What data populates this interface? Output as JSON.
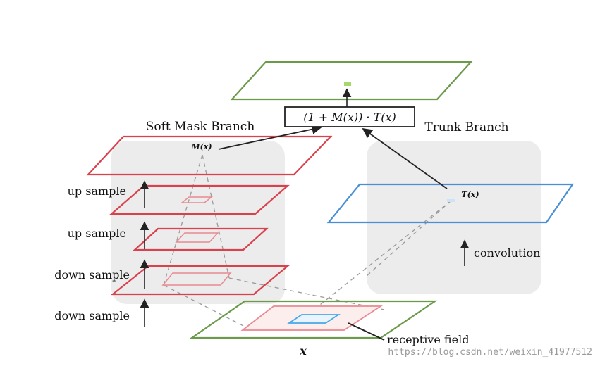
{
  "formula": "(1 + M(x)) · T(x)",
  "soft_mask_branch_title": "Soft Mask Branch",
  "trunk_branch_title": "Trunk Branch",
  "mask_label": "M(x)",
  "trunk_label": "T(x)",
  "input_label": "x",
  "steps": {
    "up_sample_1": "up sample",
    "up_sample_2": "up sample",
    "down_sample_1": "down sample",
    "down_sample_2": "down sample"
  },
  "convolution_label": "convolution",
  "receptive_field_label": "receptive field",
  "watermark": "https://blog.csdn.net/weixin_41977512",
  "colors": {
    "red": "#d9424c",
    "green": "#6a9a4a",
    "blue": "#4a8fd6",
    "panel": "#ececec",
    "dash": "#9a9a9a"
  }
}
